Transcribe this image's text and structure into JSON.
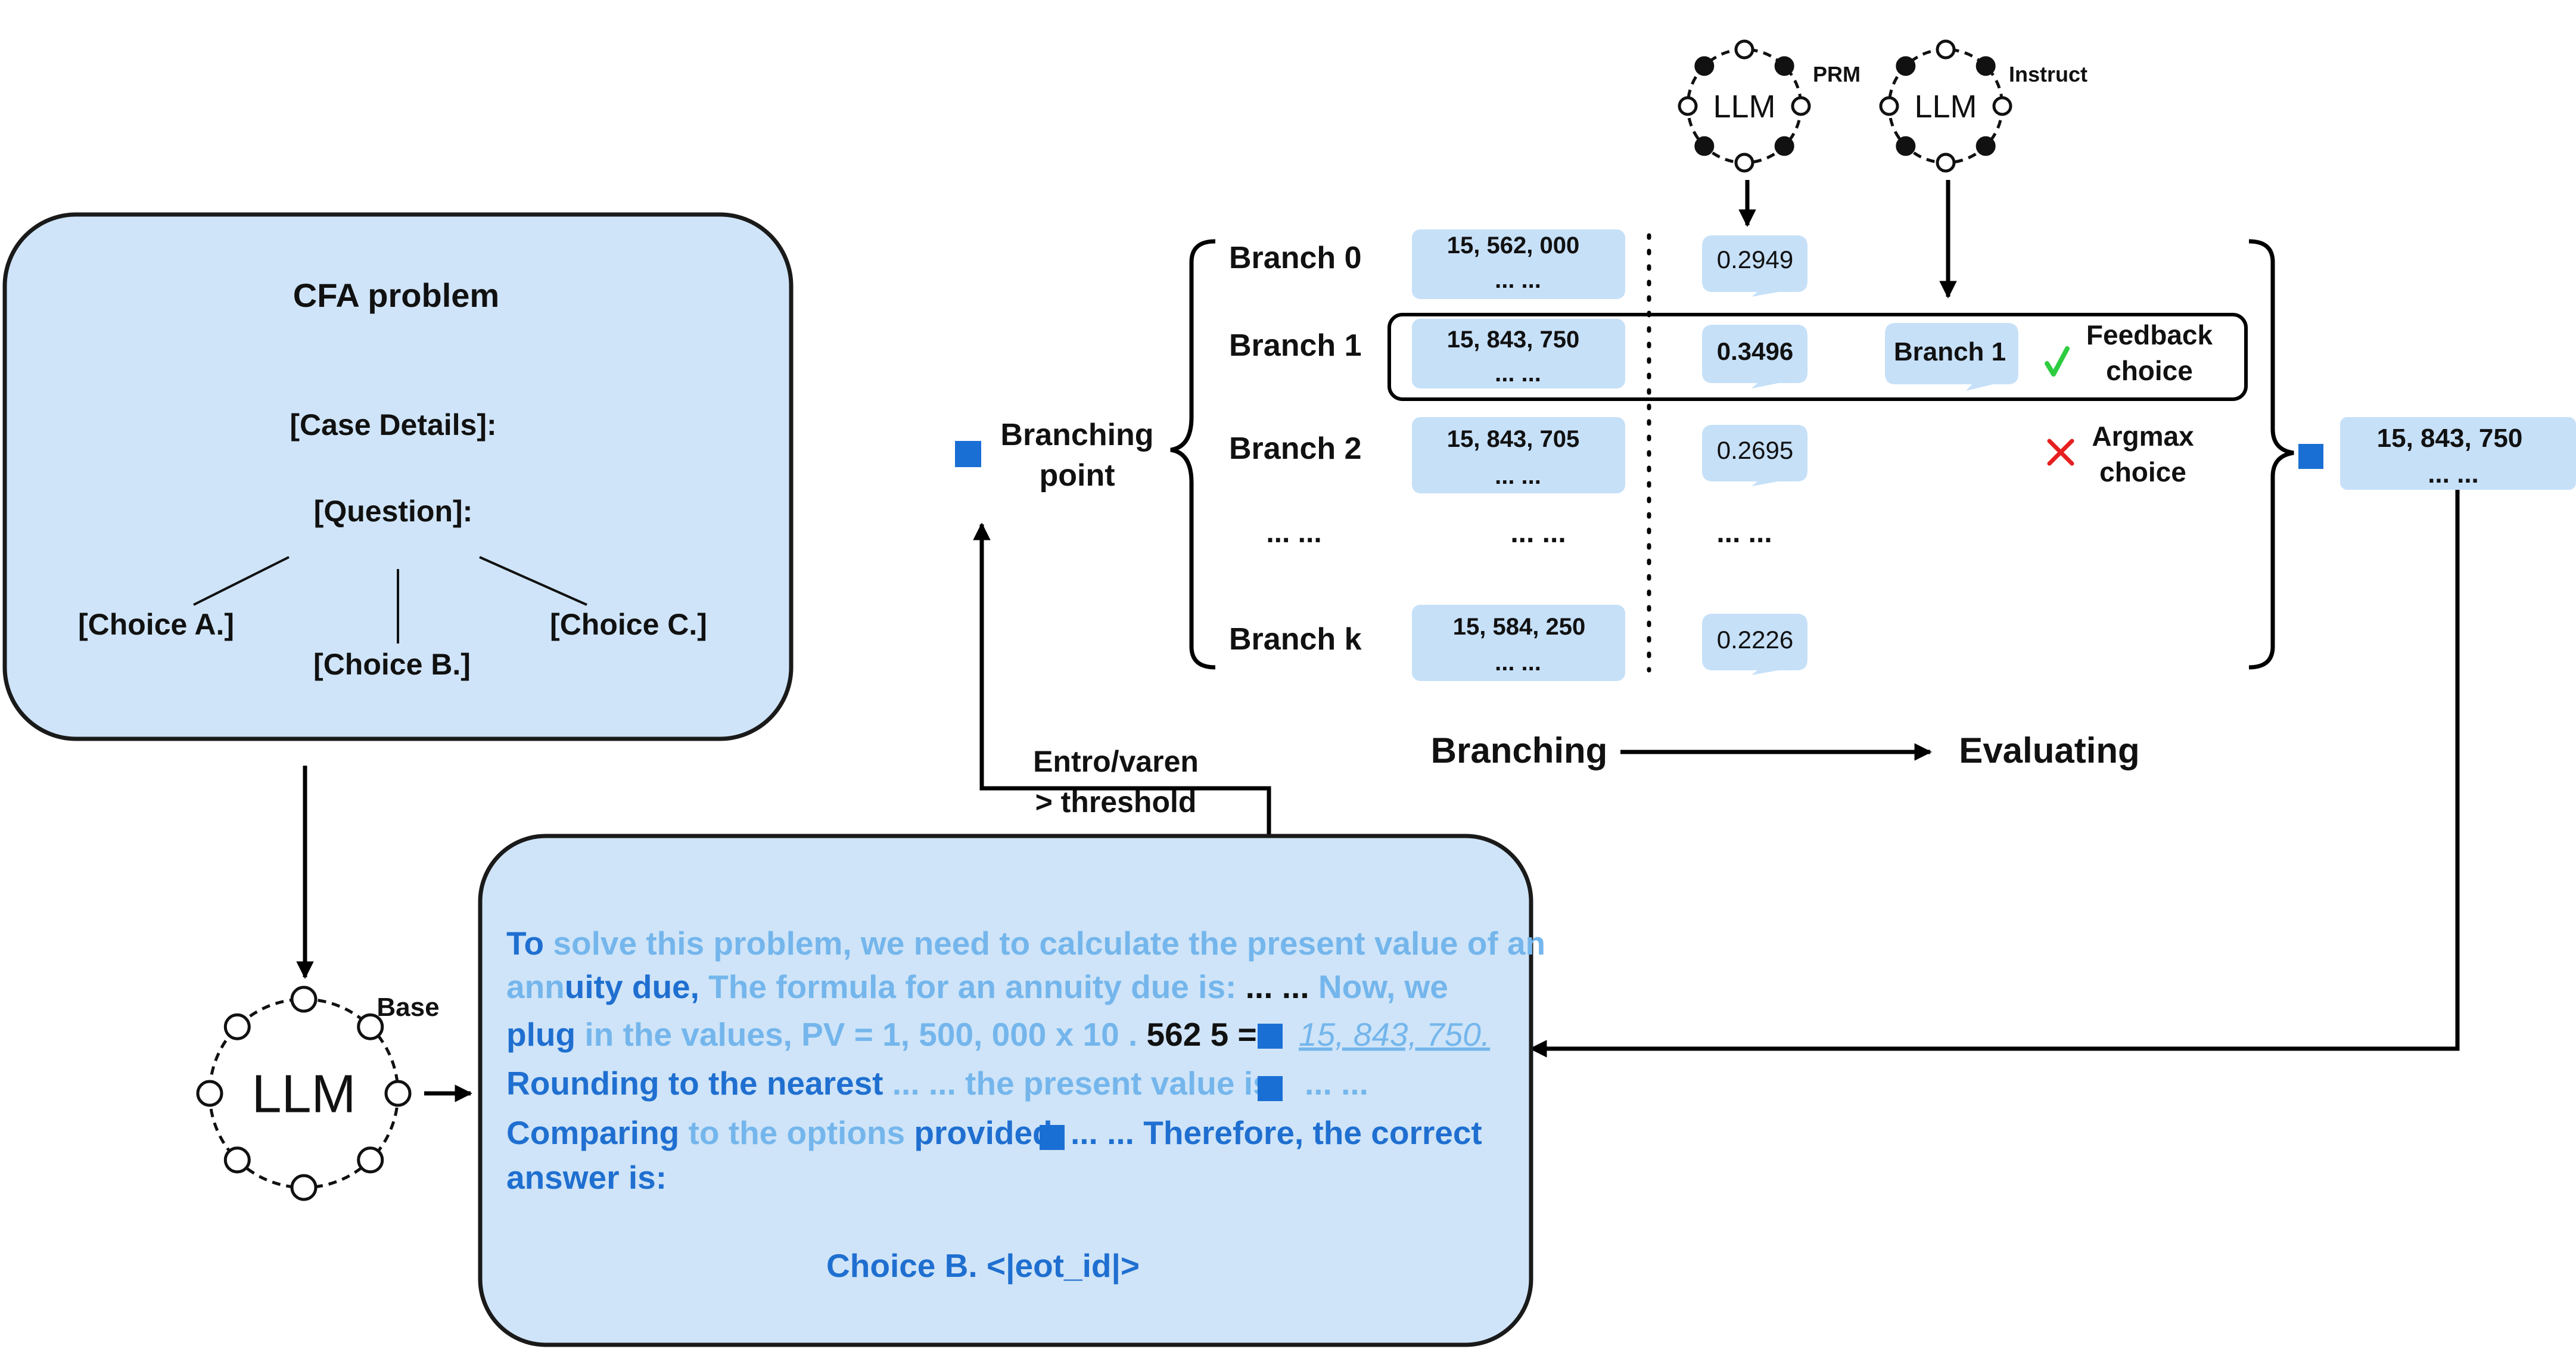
{
  "colors": {
    "box_fill": "#cfe4f8",
    "bubble_fill": "#c6e0f8",
    "marker": "#1a6fd4",
    "text_dark_blue": "#1f6fd0",
    "text_light_blue": "#74b6ec",
    "check": "#2ecc40",
    "cross": "#e62020"
  },
  "icons": {
    "step_marker": "blue-square-icon",
    "accept": "check-mark-icon",
    "reject": "cross-mark-icon",
    "llm": "llm-node-ring-icon"
  },
  "cfa_box": {
    "title": "CFA problem",
    "case_details": "[Case Details]:",
    "question": "[Question]:",
    "choice_a": "[Choice A.]",
    "choice_b": "[Choice B.]",
    "choice_c": "[Choice C.]"
  },
  "base_llm": {
    "label": "LLM",
    "tag": "Base"
  },
  "prm_llm": {
    "label": "LLM",
    "tag": "PRM"
  },
  "instruct_llm": {
    "label": "LLM",
    "tag": "Instruct"
  },
  "branching_point": {
    "line1": "Branching",
    "line2": "point"
  },
  "branches": [
    {
      "label": "Branch 0",
      "value": "15, 562, 000",
      "dots": "... ...",
      "score": "0.2949"
    },
    {
      "label": "Branch 1",
      "value": "15, 843, 750",
      "dots": "... ...",
      "score": "0.3496",
      "instruct_pick": "Branch 1"
    },
    {
      "label": "Branch 2",
      "value": "15, 843, 705",
      "dots": "... ...",
      "score": "0.2695"
    },
    {
      "label": "... ...",
      "value": "... ...",
      "score": "... ..."
    },
    {
      "label": "Branch k",
      "value": "15, 584, 250",
      "dots": "... ...",
      "score": "0.2226"
    }
  ],
  "feedback_choice": {
    "line1": "Feedback",
    "line2": "choice"
  },
  "argmax_choice": {
    "line1": "Argmax",
    "line2": "choice"
  },
  "result": {
    "value": "15, 843, 750",
    "dots": "... ..."
  },
  "flow": {
    "branching": "Branching",
    "evaluating": "Evaluating"
  },
  "threshold": {
    "line1": "Entro/varen",
    "line2": "> threshold"
  },
  "solution": {
    "l1_a": "To",
    "l1_b": " solve this problem, we need to calculate the present value of an",
    "l2_a": "ann",
    "l2_b": "uity due,",
    "l2_c": " The formula for an annuity due is:",
    "l2_d": "  ... ...",
    "l2_e": "  Now, we",
    "l3_a": "plug",
    "l3_b": " in the values, PV = ",
    "l3_c": " 1, 500, 000 x 10 .",
    "l3_d": " 562 5 =",
    "l3_e": "15, 843, 750.",
    "l4_a": "Rounding to the nearest",
    "l4_b": " ... ... the present value is",
    "l4_c": "...  ...",
    "l5_a": "Comparing",
    "l5_b": " to the options",
    "l5_c": " provided",
    "l5_d": "... ... Therefore, the correct",
    "l6": "answer is:",
    "final_a": "Choice B.",
    "final_b": "  <|eot_id|>"
  }
}
